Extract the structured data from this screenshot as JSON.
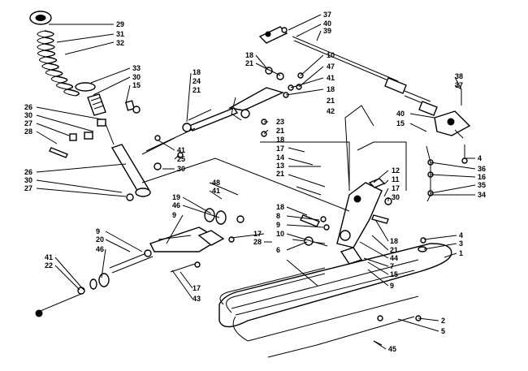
{
  "diagram": {
    "type": "exploded-parts-view",
    "callouts": [
      "29",
      "31",
      "32",
      "33",
      "30",
      "15",
      "26",
      "30",
      "27",
      "28",
      "18",
      "24",
      "21",
      "41",
      "25",
      "30",
      "26",
      "30",
      "27",
      "18",
      "21",
      "10",
      "47",
      "41",
      "18",
      "21",
      "42",
      "23",
      "21",
      "37",
      "40",
      "39",
      "38",
      "37",
      "40",
      "15",
      "4",
      "36",
      "16",
      "35",
      "34",
      "18",
      "17",
      "14",
      "13",
      "21",
      "12",
      "11",
      "17",
      "30",
      "48",
      "41",
      "19",
      "46",
      "9",
      "9",
      "20",
      "46",
      "41",
      "22",
      "18",
      "8",
      "9",
      "10",
      "17",
      "28",
      "6",
      "18",
      "21",
      "44",
      "7",
      "15",
      "9",
      "17",
      "43",
      "4",
      "3",
      "1",
      "2",
      "5",
      "45"
    ]
  }
}
